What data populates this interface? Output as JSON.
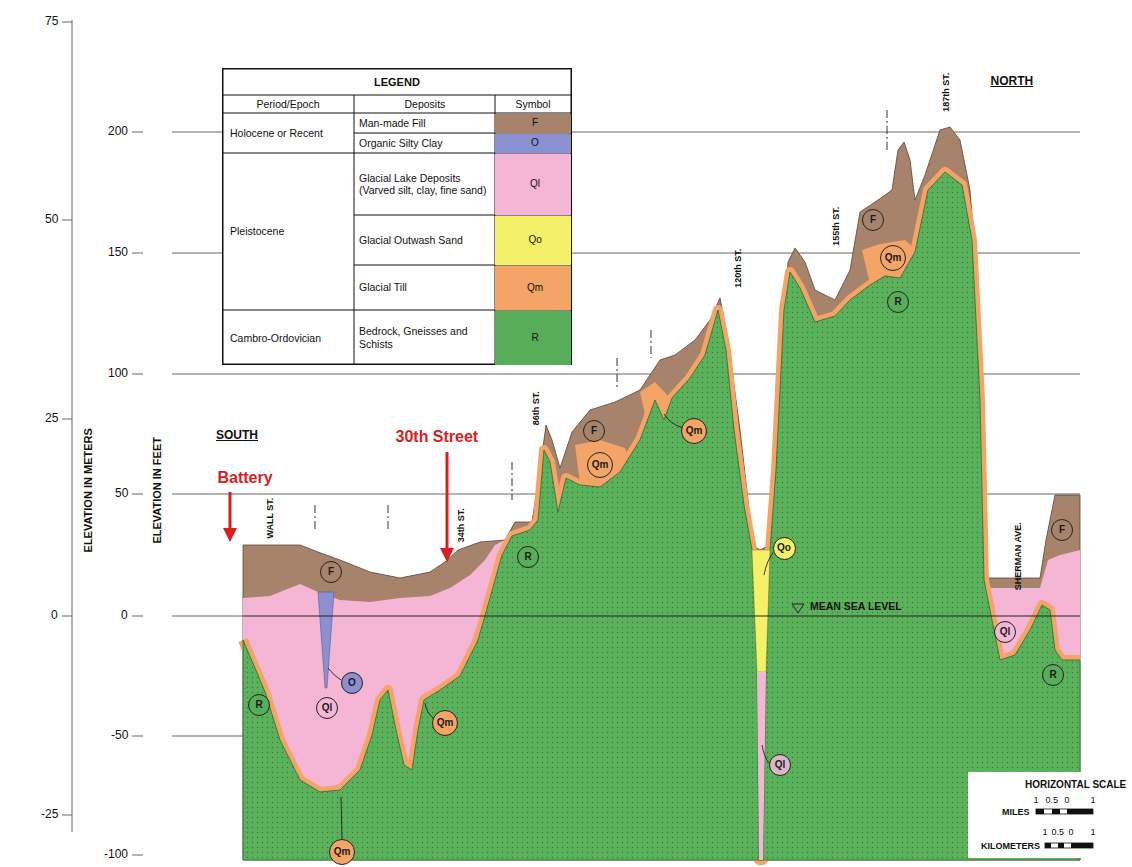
{
  "diagram": {
    "nodes": [
      {
        "text": [
          "R"
        ]
      },
      {
        "text": [
          "Ql"
        ]
      },
      {
        "text": [
          "F"
        ]
      },
      {
        "text": [
          "Qm"
        ]
      },
      {
        "text": [
          "O"
        ]
      },
      {
        "text": [
          "Qm"
        ]
      },
      {
        "text": [
          "R"
        ]
      },
      {
        "text": [
          "F"
        ]
      },
      {
        "text": [
          "Qm"
        ]
      },
      {
        "text": [
          "Qm"
        ]
      },
      {
        "text": [
          "Ql"
        ]
      },
      {
        "text": [
          "Qo"
        ]
      },
      {
        "text": [
          "F"
        ]
      },
      {
        "text": [
          "Qm"
        ]
      },
      {
        "text": [
          "R"
        ]
      },
      {
        "text": [
          "Ql"
        ]
      },
      {
        "text": [
          "R"
        ]
      },
      {
        "text": [
          "F"
        ]
      }
    ],
    "labels": [
      "75",
      "50",
      "25",
      "0",
      "-25",
      "200",
      "150",
      "100",
      "50",
      "0",
      "-50",
      "-100",
      "ELEVATION IN METERS",
      "ELEVATION IN FEET",
      "LEGEND",
      "Period/Epoch",
      "Deposits",
      "Symbol",
      "Holocene or Recent",
      "Pleistocene",
      "Cambro-Ordovician",
      "F",
      "O",
      "Ql",
      "Qo",
      "Qm",
      "R",
      "SOUTH",
      "NORTH",
      "Battery",
      "30th Street",
      "WALL ST.",
      "34th ST.",
      "86th ST.",
      "120th ST.",
      "155th ST.",
      "187th ST.",
      "SHERMAN AVE.",
      "MEAN SEA LEVEL",
      "HORIZONTAL SCALE",
      "1",
      "0.5",
      "0",
      "1",
      "MILES",
      "1",
      "0.5",
      "0",
      "1",
      "KILOMETERS"
    ],
    "legend": [
      {
        "text": "Man-made Fill",
        "color": "#a8836c"
      },
      {
        "text": "Organic Silty Clay",
        "color": "#8c8fd0"
      },
      {
        "text": "Glacial Lake Deposits (Varved silt, clay, fine sand)",
        "color": "#f5b5d5"
      },
      {
        "text": "Glacial Outwash Sand",
        "color": "#f5f06a"
      },
      {
        "text": "Glacial Till",
        "color": "#f4a467"
      },
      {
        "text": "Bedrock, Gneisses and Schists",
        "color": "#58ad5a"
      }
    ]
  }
}
